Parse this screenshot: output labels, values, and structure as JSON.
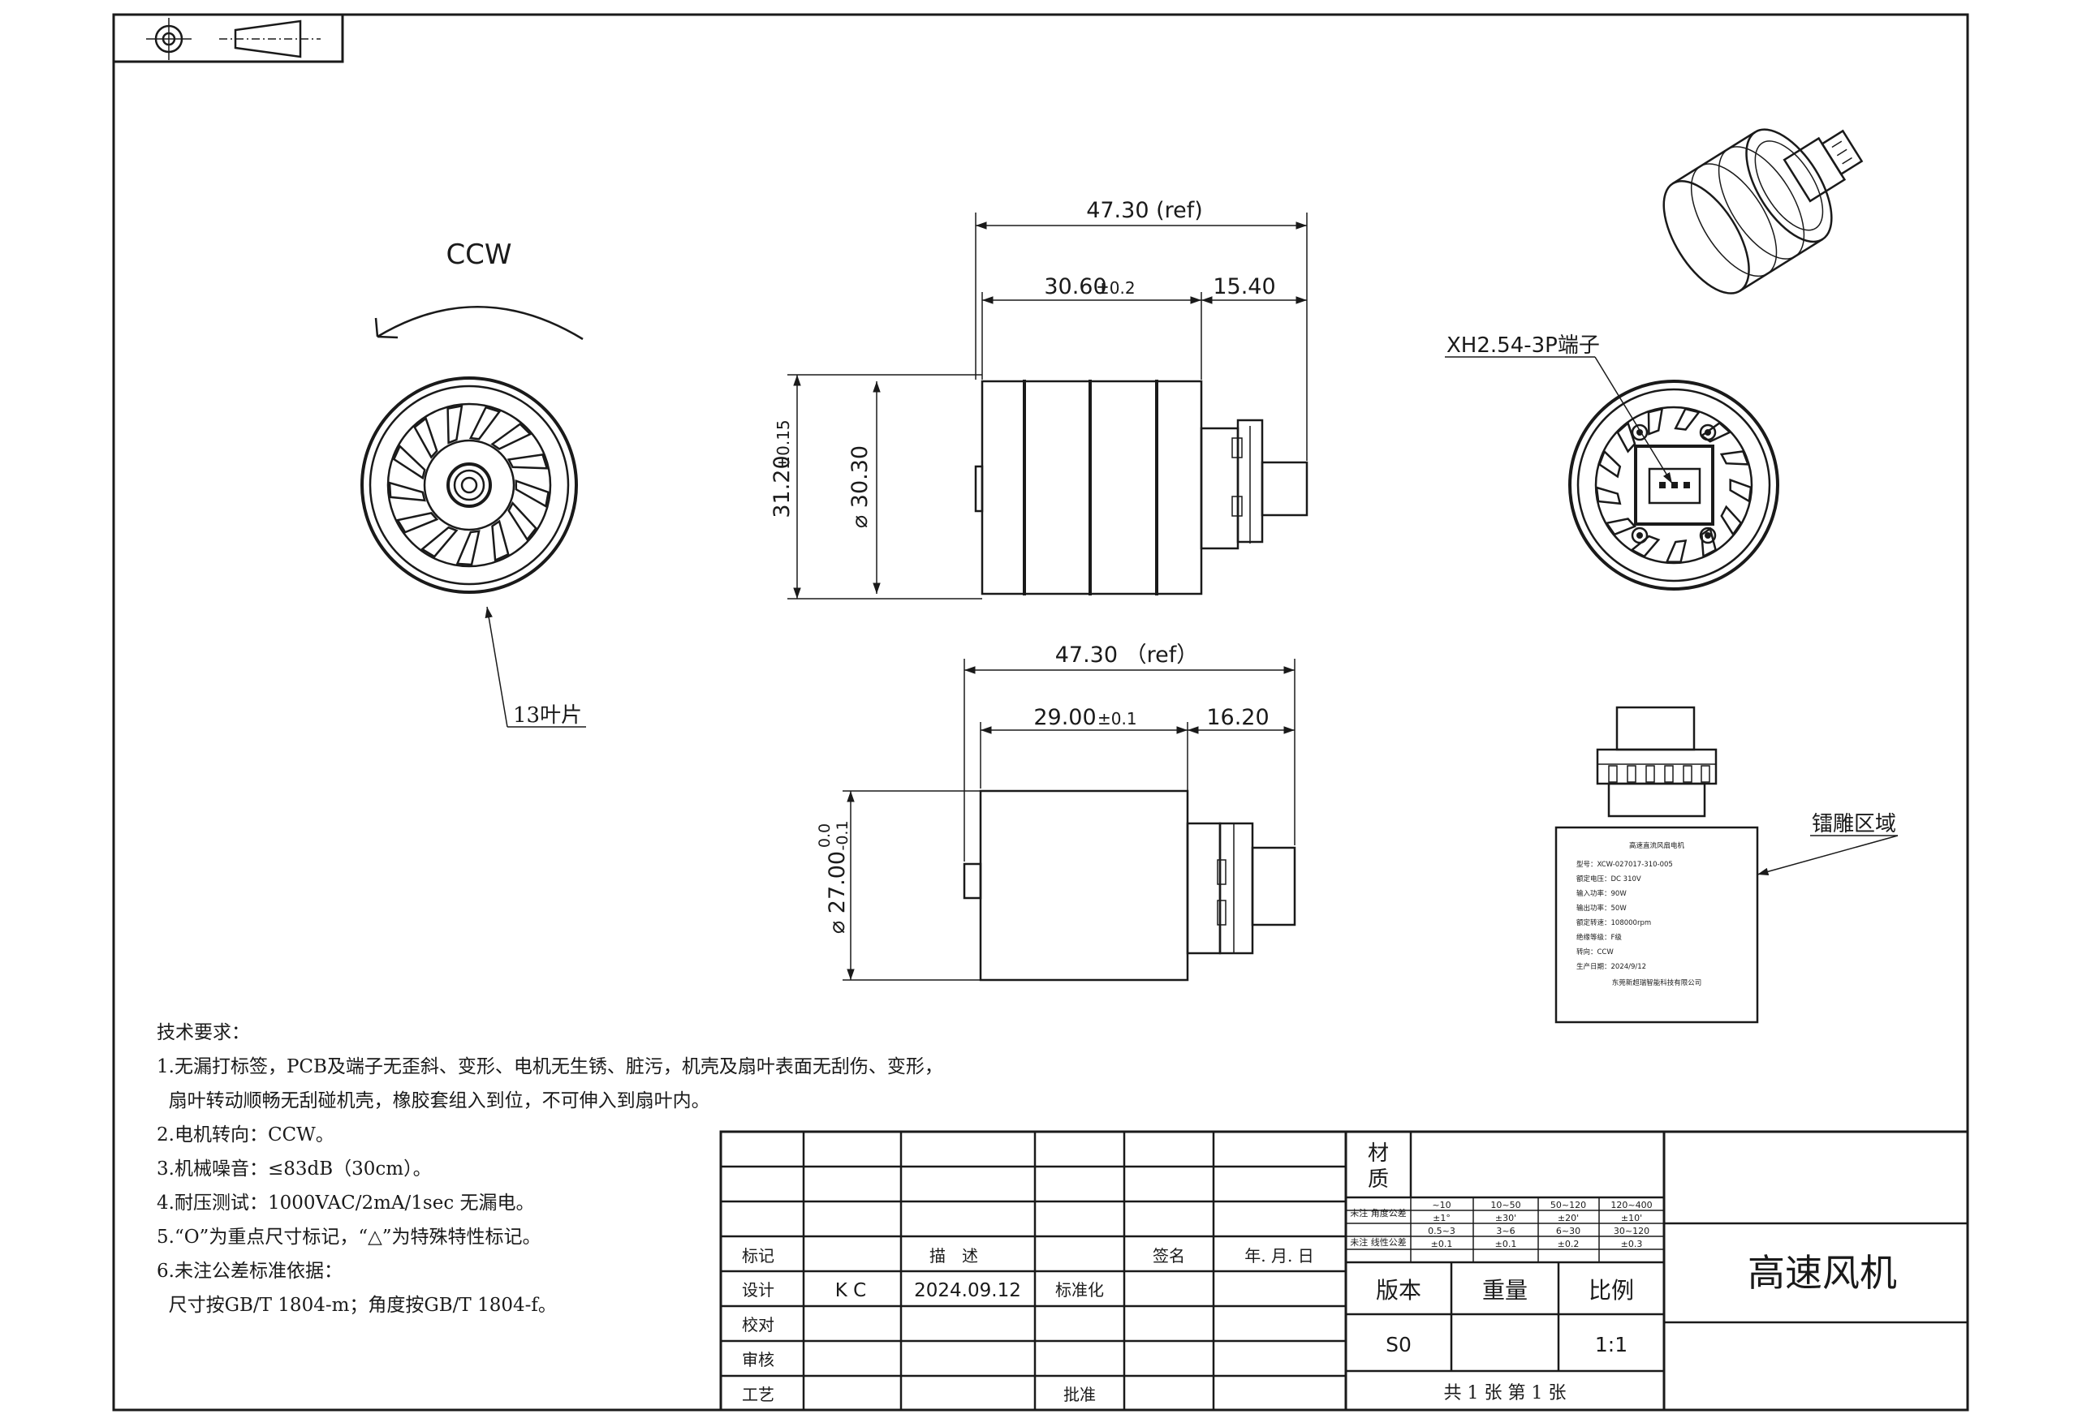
{
  "view_front": {
    "rotation": "CCW",
    "blade_note": "13叶片"
  },
  "view_side_top": {
    "overall": "47.30 (ref)",
    "body_length": "30.60",
    "body_tol": "±0.2",
    "connector_length": "15.40",
    "height_outer": "31.20",
    "height_outer_tol": "±0.15",
    "diameter": "⌀ 30.30"
  },
  "view_side_bottom": {
    "overall": "47.30 （ref）",
    "body_length": "29.00",
    "body_tol": "±0.1",
    "connector_length": "16.20",
    "diameter": "⌀ 27.00",
    "tol_upper": "0.0",
    "tol_lower": "-0.1"
  },
  "view_rear": {
    "connector_note": "XH2.54-3P端子"
  },
  "view_label": {
    "engrave_note": "镭雕区域",
    "label_lines": [
      "高速直流风扇电机",
      "型号：XCW-027017-310-005",
      "额定电压：DC 310V",
      "输入功率：90W",
      "输出功率：50W",
      "额定转速：108000rpm",
      "绝缘等级：F级",
      "转向：CCW",
      "生产日期：2024/9/12",
      "东莞新超瑞智能科技有限公司"
    ]
  },
  "tech_requirements": {
    "heading": "技术要求：",
    "lines": [
      "1.无漏打标签，PCB及端子无歪斜、变形、电机无生锈、脏污，机壳及扇叶表面无刮伤、变形，",
      "  扇叶转动顺畅无刮碰机壳，橡胶套组入到位，不可伸入到扇叶内。",
      "2.电机转向：CCW。",
      "3.机械噪音：≤83dB（30cm）。",
      "4.耐压测试：1000VAC/2mA/1sec 无漏电。",
      "5.“O”为重点尺寸标记，“△”为特殊特性标记。",
      "6.未注公差标准依据：",
      "  尺寸按GB/T 1804-m；角度按GB/T 1804-f。"
    ]
  },
  "title_block": {
    "col_mark": "标记",
    "col_desc": "描　述",
    "col_sign": "签名",
    "col_date": "年. 月. 日",
    "role_design": "设计",
    "role_check": "校对",
    "role_review": "审核",
    "role_process": "工艺",
    "designer": "K C",
    "design_date": "2024.09.12",
    "standardize": "标准化",
    "approve": "批准",
    "material_label_1": "材",
    "material_label_2": "质",
    "tol_table": [
      [
        "未注\n角度公差",
        "~10",
        "10~50",
        "50~120",
        "120~400"
      ],
      [
        "",
        "±1°",
        "±30'",
        "±20'",
        "±10'"
      ],
      [
        "未注\n线性公差",
        "0.5~3",
        "3~6",
        "6~30",
        "30~120"
      ],
      [
        "",
        "±0.1",
        "±0.1",
        "±0.2",
        "±0.3"
      ]
    ],
    "version_label": "版本",
    "weight_label": "重量",
    "scale_label": "比例",
    "version": "S0",
    "scale": "1:1",
    "sheet": "共 1 张 第 1 张",
    "title": "高速风机"
  }
}
